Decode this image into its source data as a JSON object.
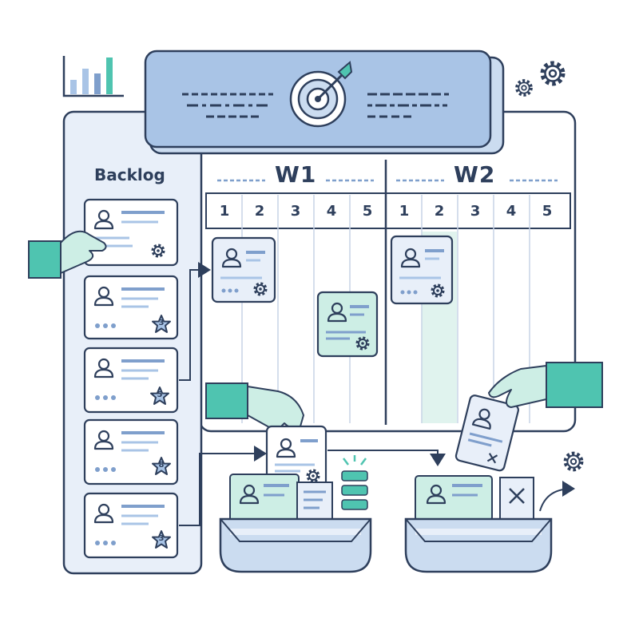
{
  "backlog": {
    "title": "Backlog",
    "cards": [
      {
        "badge_icon": "gear-icon"
      },
      {
        "badge_icon": "star-icon",
        "badge_label": "3"
      },
      {
        "badge_icon": "star-icon",
        "badge_label": "5"
      },
      {
        "badge_icon": "star-icon",
        "badge_label": "8"
      },
      {
        "badge_icon": "star-icon",
        "badge_label": "3"
      }
    ]
  },
  "board": {
    "weeks": [
      {
        "label": "W1",
        "days": [
          "1",
          "2",
          "3",
          "4",
          "5"
        ]
      },
      {
        "label": "W2",
        "days": [
          "1",
          "2",
          "3",
          "4",
          "5"
        ]
      }
    ]
  },
  "colors": {
    "outline": "#2e3f5c",
    "panel_fill": "#e8eff9",
    "header_fill": "#a9c4e6",
    "teal": "#4fc4b0",
    "mint": "#cdeee5",
    "line_blue": "#7f9fcc"
  }
}
